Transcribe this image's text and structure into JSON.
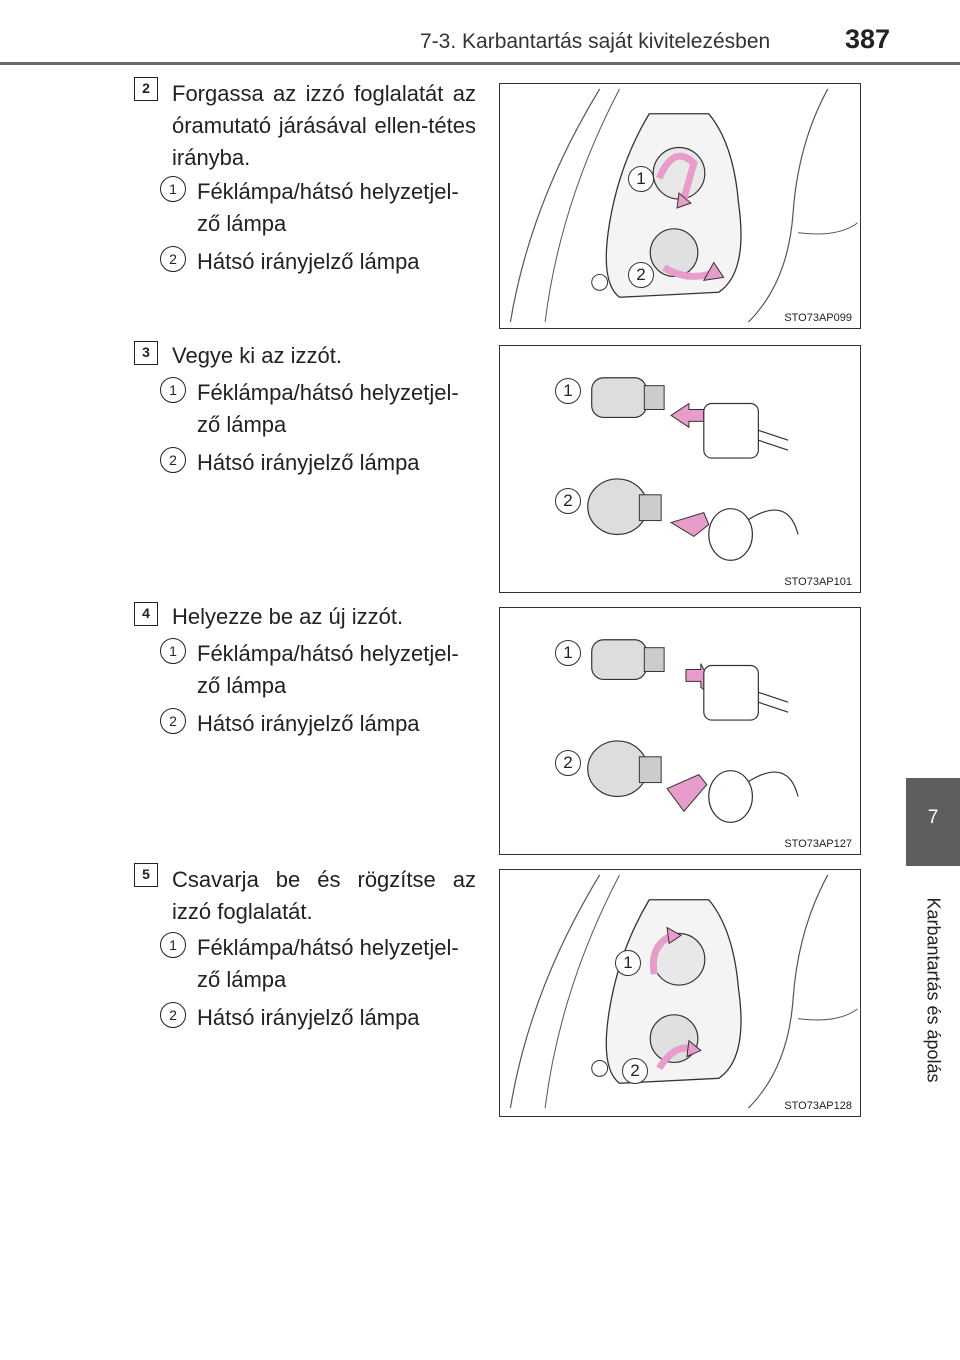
{
  "header": {
    "title": "7-3. Karbantartás saját kivitelezésben",
    "page_number": "387"
  },
  "side_tab": {
    "chapter_number": "7",
    "chapter_label": "Karbantartás és ápolás"
  },
  "steps": [
    {
      "number": "2",
      "text": "Forgassa az izzó foglalatát az óramutató járásával ellen-tétes irányba.",
      "items": [
        {
          "number": "1",
          "text": "Féklámpa/hátsó helyzetjel-ző lámpa"
        },
        {
          "number": "2",
          "text": "Hátsó irányjelző lámpa"
        }
      ],
      "image_code": "STO73AP099"
    },
    {
      "number": "3",
      "text": "Vegye ki az izzót.",
      "items": [
        {
          "number": "1",
          "text": "Féklámpa/hátsó helyzetjel-ző lámpa"
        },
        {
          "number": "2",
          "text": "Hátsó irányjelző lámpa"
        }
      ],
      "image_code": "STO73AP101"
    },
    {
      "number": "4",
      "text": "Helyezze be az új izzót.",
      "items": [
        {
          "number": "1",
          "text": "Féklámpa/hátsó helyzetjel-ző lámpa"
        },
        {
          "number": "2",
          "text": "Hátsó irányjelző lámpa"
        }
      ],
      "image_code": "STO73AP127"
    },
    {
      "number": "5",
      "text": "Csavarja be és rögzítse az izzó foglalatát.",
      "items": [
        {
          "number": "1",
          "text": "Féklámpa/hátsó helyzetjel-ző lámpa"
        },
        {
          "number": "2",
          "text": "Hátsó irányjelző lámpa"
        }
      ],
      "image_code": "STO73AP128"
    }
  ],
  "callouts": {
    "one": "1",
    "two": "2"
  },
  "colors": {
    "arrow_pink": "#e89ccc",
    "rule_gray": "#6a6a6a",
    "tab_gray": "#5e5e5e"
  }
}
